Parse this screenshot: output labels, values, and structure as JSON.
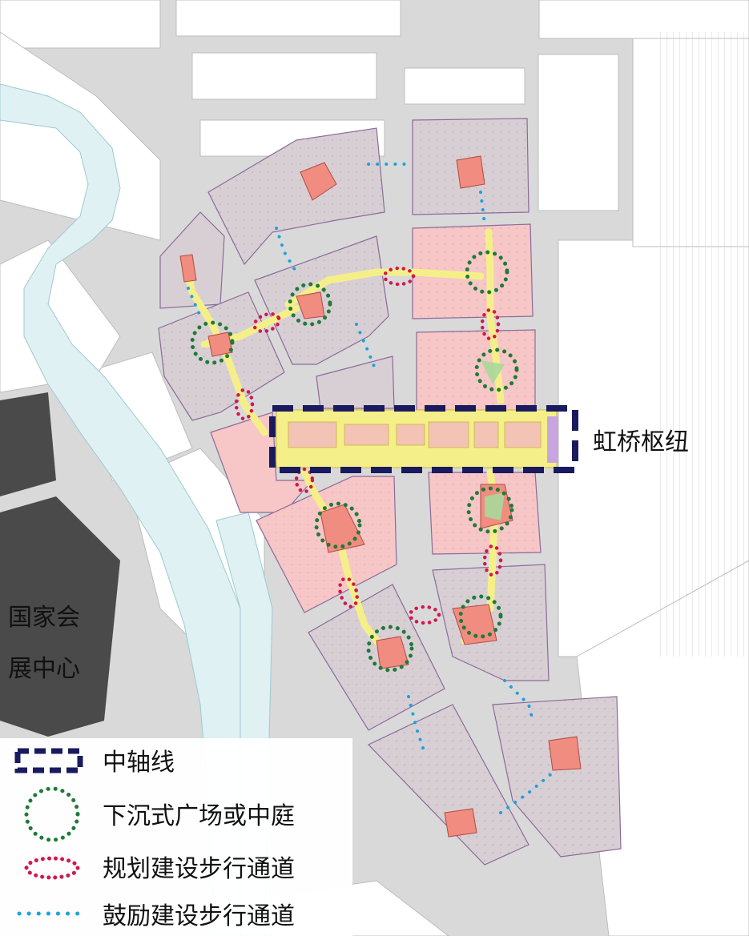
{
  "map": {
    "labels": {
      "hub": "虹桥枢纽",
      "convention_center_line1": "国家会",
      "convention_center_line2": "展中心"
    },
    "legend": [
      {
        "label": "中轴线",
        "symbol": "dashed-rectangle",
        "color": "#1a1a5e"
      },
      {
        "label": "下沉式广场或中庭",
        "symbol": "dotted-circle",
        "color": "#1f7a3a"
      },
      {
        "label": "规划建设步行通道",
        "symbol": "dotted-ellipse",
        "color": "#d0184f"
      },
      {
        "label": "鼓励建设步行通道",
        "symbol": "dotted-line",
        "color": "#1ea1dc"
      }
    ],
    "colors": {
      "road": "#d9d9d9",
      "block": "#d8cfd4",
      "priority_block": "#f7c6c6",
      "walkway": "#f5ef8a",
      "plaza": "#f08c80",
      "river": "#dff1f3",
      "axis": "#1a1a5e",
      "sunken_plaza": "#1f7a3a",
      "planned_walkway": "#d0184f",
      "encouraged_walkway": "#1ea1dc"
    }
  }
}
